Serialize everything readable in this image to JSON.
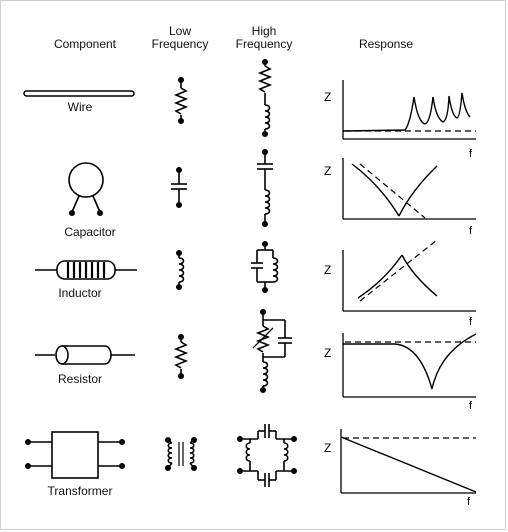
{
  "headers": {
    "component": "Component",
    "low_frequency": "Low\nFrequency",
    "high_frequency": "High\nFrequency",
    "response": "Response"
  },
  "rows": [
    {
      "label": "Wire"
    },
    {
      "label": "Capacitor"
    },
    {
      "label": "Inductor"
    },
    {
      "label": "Resistor"
    },
    {
      "label": "Transformer"
    }
  ],
  "axes": {
    "y_label": "Z",
    "x_label": "f"
  }
}
